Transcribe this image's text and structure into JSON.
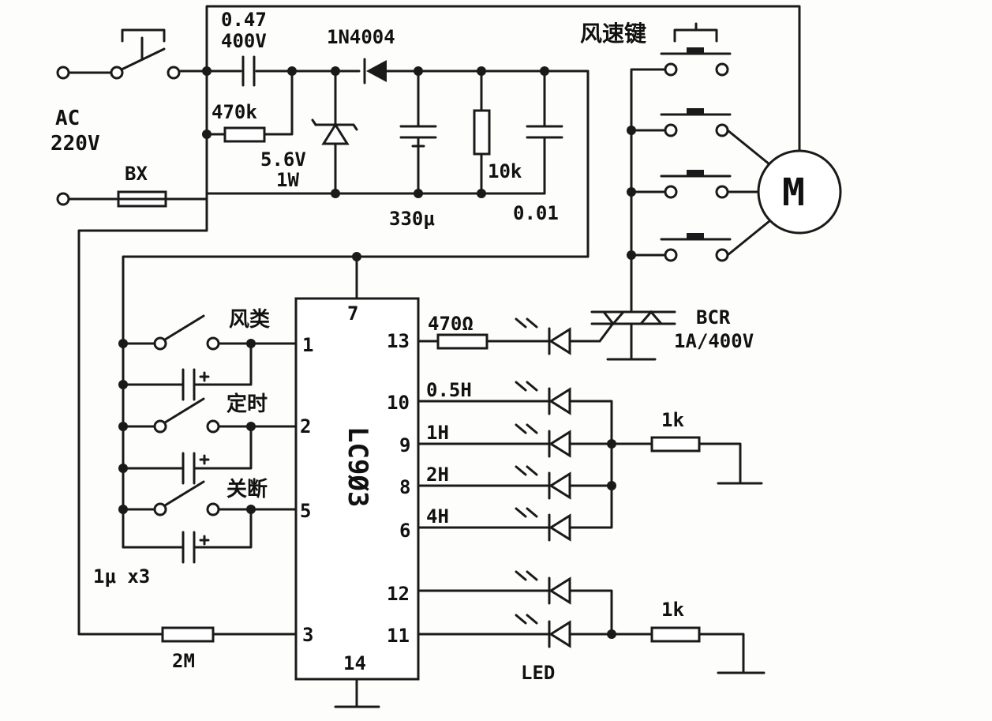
{
  "labels": {
    "cap_value": "0.47",
    "cap_voltage": "400V",
    "diode": "1N4004",
    "fan_speed_keys": "风速键",
    "ac": "AC",
    "ac_voltage": "220V",
    "r_470k": "470k",
    "zener_value": "5.6V",
    "zener_power": "1W",
    "fuse": "BX",
    "r_10k": "10k",
    "c_330u": "330μ",
    "c_001": "0.01",
    "motor": "M",
    "pin7": "7",
    "pin1": "1",
    "pin2": "2",
    "pin5": "5",
    "pin3": "3",
    "pin14": "14",
    "pin13": "13",
    "pin10": "10",
    "pin9": "9",
    "pin8": "8",
    "pin6": "6",
    "pin12": "12",
    "pin11": "11",
    "ic_name": "LC9Ø3",
    "sw_wind_type": "风类",
    "sw_timer": "定时",
    "sw_off": "关断",
    "caps_1u": "1μ x3",
    "r_2m": "2M",
    "r_470": "470Ω",
    "bcr": "BCR",
    "bcr_rating": "1A/400V",
    "t_05h": "0.5H",
    "t_1h": "1H",
    "t_2h": "2H",
    "t_4h": "4H",
    "r_1k_a": "1k",
    "r_1k_b": "1k",
    "led": "LED"
  }
}
